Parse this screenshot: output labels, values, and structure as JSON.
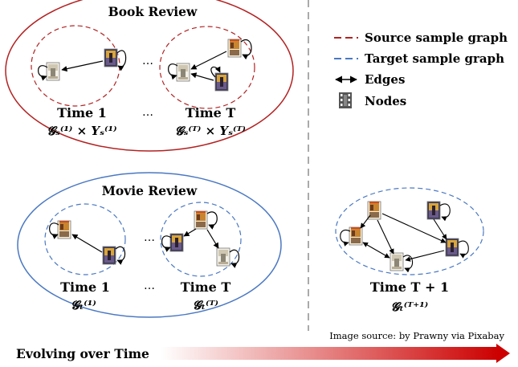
{
  "book_review": {
    "title": "Book Review",
    "times": [
      {
        "label": "Time 1",
        "formula": "𝓖ₛ⁽¹⁾ × 𝒀ₛ⁽¹⁾"
      },
      {
        "label": "Time T",
        "formula": "𝓖ₛ⁽ᵀ⁾ × 𝒀ₛ⁽ᵀ⁾"
      }
    ],
    "ellipsis": "…"
  },
  "movie_review": {
    "title": "Movie Review",
    "times": [
      {
        "label": "Time 1",
        "formula": "𝓖ₜ⁽¹⁾"
      },
      {
        "label": "Time T",
        "formula": "𝓖ₜ⁽ᵀ⁾"
      }
    ],
    "ellipsis": "…"
  },
  "future": {
    "label": "Time T + 1",
    "formula": "𝓖ₜ⁽ᵀ⁺¹⁾"
  },
  "legend": {
    "items": [
      {
        "label": "Source sample graph",
        "color": "#b22222",
        "symbol": "dashed-line"
      },
      {
        "label": "Target sample graph",
        "color": "#4a78c2",
        "symbol": "dashed-line"
      },
      {
        "label": "Edges",
        "color": "#000000",
        "symbol": "double-arrow"
      },
      {
        "label": "Nodes",
        "color": "#555555",
        "symbol": "film-icon"
      }
    ]
  },
  "credit": "Image source: by Prawny via Pixabay",
  "timeline": {
    "label": "Evolving over Time",
    "color": "#cc0000"
  },
  "colors": {
    "source": "#b22222",
    "target": "#4a78c2",
    "divider": "#aaaaaa"
  }
}
